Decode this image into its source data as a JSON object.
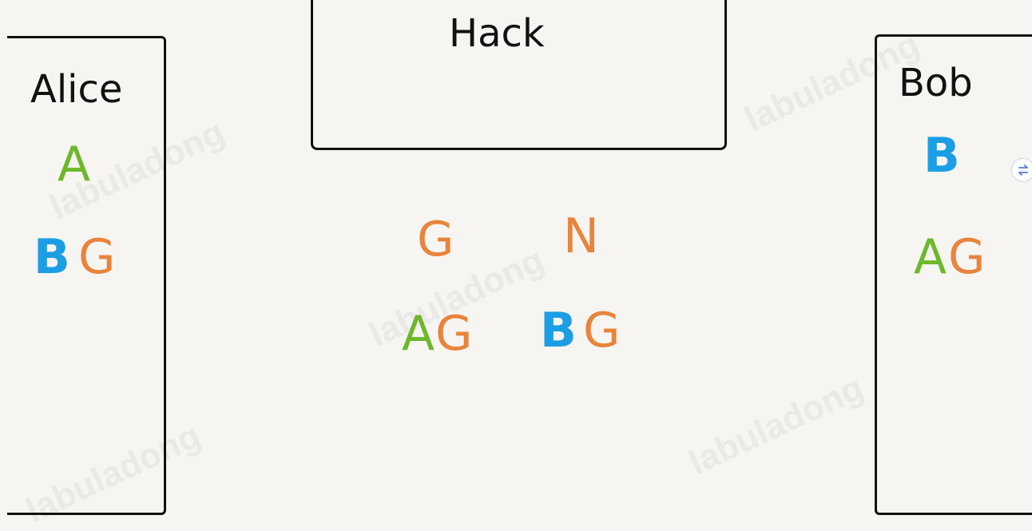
{
  "colors": {
    "green": "#6cb82a",
    "orange": "#e8843c",
    "blue": "#1c9ee4",
    "ink": "#111111"
  },
  "boxes": {
    "alice": {
      "title": "Alice"
    },
    "hack": {
      "title": "Hack"
    },
    "bob": {
      "title": "Bob"
    }
  },
  "alice_items": {
    "a": "A",
    "b": "B",
    "g": "G"
  },
  "center_items": {
    "g": "G",
    "n": "N",
    "ag_a": "A",
    "ag_g": "G",
    "bg_b": "B",
    "bg_g": "G"
  },
  "bob_items": {
    "b": "B",
    "a": "A",
    "g": "G"
  },
  "watermark": "labuladong",
  "icons": {
    "side": "swap-icon"
  }
}
